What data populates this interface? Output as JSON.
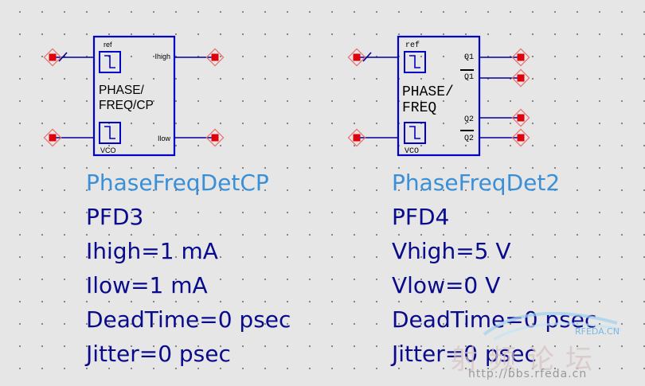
{
  "canvas": {
    "background": "#e6e6e6",
    "grid_dot": "#7c7c7c"
  },
  "colors": {
    "wire": "#00009a",
    "body": "#0000c8",
    "pin": "#e0000a",
    "pin_halo": "#e87070",
    "name": "#3a8fd6",
    "params": "#0a0a8c"
  },
  "components": [
    {
      "symbol": {
        "ref": "ref",
        "vco": "VCO",
        "title_line1": "PHASE/",
        "title_line2": "FREQ/CP",
        "out_high": "Ihigh",
        "out_low": "Ilow"
      },
      "name": "PhaseFreqDetCP",
      "id": "PFD3",
      "params": [
        "Ihigh=1 mA",
        "Ilow=1 mA",
        "DeadTime=0 psec",
        "Jitter=0 psec"
      ]
    },
    {
      "symbol": {
        "ref": "ref",
        "vco": "VCO",
        "title_line1": "PHASE/",
        "title_line2": "FREQ",
        "outputs": [
          "Q1",
          "Q1",
          "Q2",
          "Q2"
        ]
      },
      "name": "PhaseFreqDet2",
      "id": "PFD4",
      "params": [
        "Vhigh=5 V",
        "Vlow=0 V",
        "DeadTime=0 psec",
        "Jitter=0 psec"
      ]
    }
  ],
  "watermark": {
    "brand": "RFEDA.CN",
    "cn_text": "射频论坛",
    "url": "http://bbs.rfeda.cn"
  }
}
